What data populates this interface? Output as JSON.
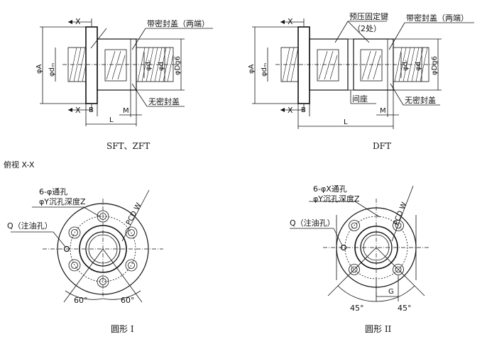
{
  "sft": {
    "section_mark_top": "X",
    "section_mark_bottom": "X",
    "seal_both_ends": "带密封盖（两端）",
    "no_seal": "无密封盖",
    "dim_A": "φA",
    "dim_dm": "φdₘ",
    "dim_dr": "φdᵣ",
    "dim_d": "φd",
    "dim_Dg6": "φDg6",
    "dim_B": "B",
    "dim_M": "M",
    "dim_L": "L",
    "caption": "SFT、ZFT"
  },
  "dft": {
    "section_mark_top": "X",
    "section_mark_bottom": "X",
    "preload_key": "预压固定键",
    "preload_key_count": "（2处）",
    "seal_both_ends": "带密封盖（两端）",
    "spacer": "间座",
    "no_seal": "无密封盖",
    "dim_A": "φA",
    "dim_dm": "φdₘ",
    "dim_dr": "φdᵣ",
    "dim_d": "φd",
    "dim_Dg6": "φDg6",
    "dim_B": "B",
    "dim_M": "M",
    "dim_L": "L",
    "caption": "DFT"
  },
  "section_title": "俯视 X-X",
  "round1": {
    "holes": "6-φ通孔",
    "counterbore": "φY沉孔深度Z",
    "oil_hole": "Q（注油孔）",
    "pcd": "PCD  W",
    "angle_left": "60°",
    "angle_right": "60°",
    "caption": "圆形 I"
  },
  "round2": {
    "holes": "6-φX通孔",
    "counterbore": "φY沉孔深度Z",
    "oil_hole": "Q（注油孔）",
    "pcd": "PCD  W",
    "dim_G": "G",
    "angle_left": "45°",
    "angle_right": "45°",
    "caption": "圆形 II"
  }
}
